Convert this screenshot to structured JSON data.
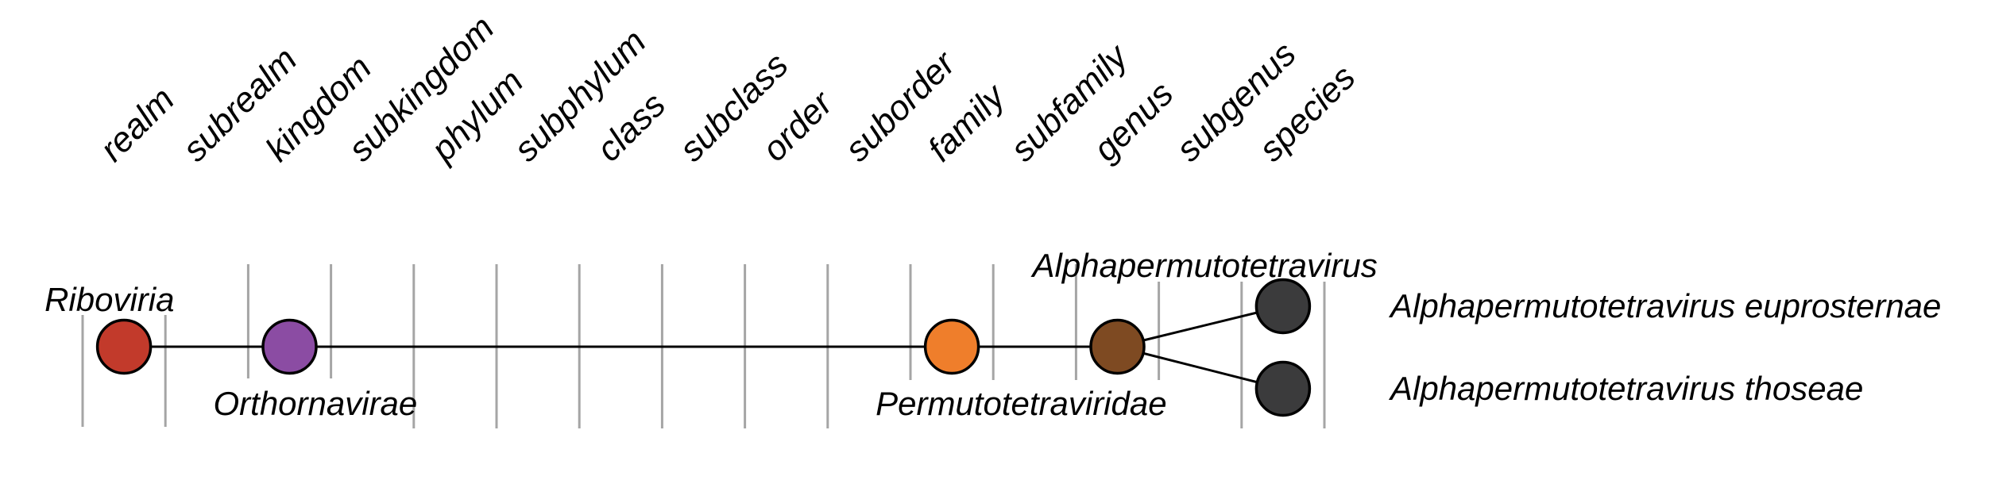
{
  "diagram": {
    "kind": "virus-taxonomy-lineage-tree",
    "rank_axis": {
      "labels": [
        "realm",
        "subrealm",
        "kingdom",
        "subkingdom",
        "phylum",
        "subphylum",
        "class",
        "subclass",
        "order",
        "suborder",
        "family",
        "subfamily",
        "genus",
        "subgenus",
        "species"
      ]
    },
    "nodes": [
      {
        "id": 0,
        "label": "Riboviria",
        "rank": "realm",
        "rank_index": 0,
        "color": "#c23a2b",
        "label_placement": "above-left"
      },
      {
        "id": 1,
        "label": "Orthornavirae",
        "rank": "kingdom",
        "rank_index": 2,
        "color": "#8b4ca3",
        "label_placement": "below"
      },
      {
        "id": 2,
        "label": "Permutotetraviridae",
        "rank": "family",
        "rank_index": 10,
        "color": "#ef7e2b",
        "label_placement": "below"
      },
      {
        "id": 3,
        "label": "Alphapermutotetravirus",
        "rank": "genus",
        "rank_index": 12,
        "color": "#7e4a22",
        "label_placement": "above"
      },
      {
        "id": 4,
        "label": "Alphapermutotetravirus euprosternae",
        "rank": "species",
        "rank_index": 14,
        "color": "#3b3b3c",
        "label_placement": "right",
        "species_row": 0
      },
      {
        "id": 5,
        "label": "Alphapermutotetravirus thoseae",
        "rank": "species",
        "rank_index": 14,
        "color": "#3b3b3c",
        "label_placement": "right",
        "species_row": 1
      }
    ],
    "edges": [
      [
        0,
        1
      ],
      [
        1,
        2
      ],
      [
        2,
        3
      ],
      [
        3,
        4
      ],
      [
        3,
        5
      ]
    ],
    "colors": {
      "background": "#ffffff",
      "grid_line": "#a5a5a5",
      "edge_line": "#000000",
      "node_outline": "#000000",
      "text": "#000000"
    }
  }
}
